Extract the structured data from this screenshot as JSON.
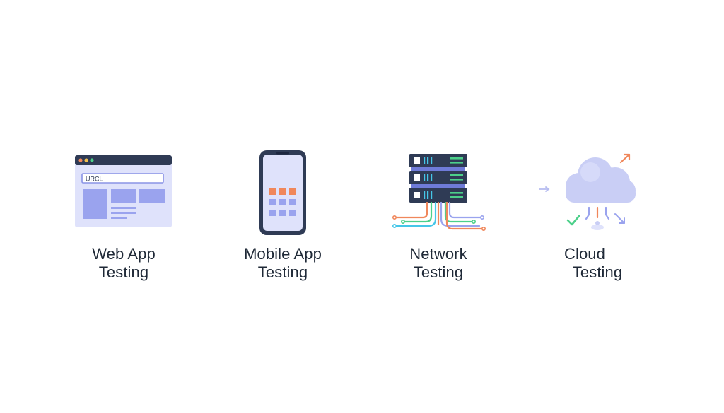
{
  "cards": [
    {
      "id": "web",
      "line1": "Web App",
      "line2": "Testing",
      "icon": "browser-window-icon",
      "url_text": "URCL"
    },
    {
      "id": "mobile",
      "line1": "Mobile App",
      "line2": "Testing",
      "icon": "smartphone-icon"
    },
    {
      "id": "network",
      "line1": "Network",
      "line2": "Testing",
      "icon": "server-rack-icon"
    },
    {
      "id": "cloud",
      "line1": "Cloud",
      "line2": "Testing",
      "icon": "cloud-icon"
    }
  ],
  "colors": {
    "navy": "#2f3b55",
    "lavender": "#c9cef5",
    "lavender_light": "#dfe2fb",
    "block": "#9aa3ee",
    "orange": "#f0875b",
    "green": "#4cd08a",
    "teal": "#45c6e8",
    "text": "#1f2937"
  }
}
